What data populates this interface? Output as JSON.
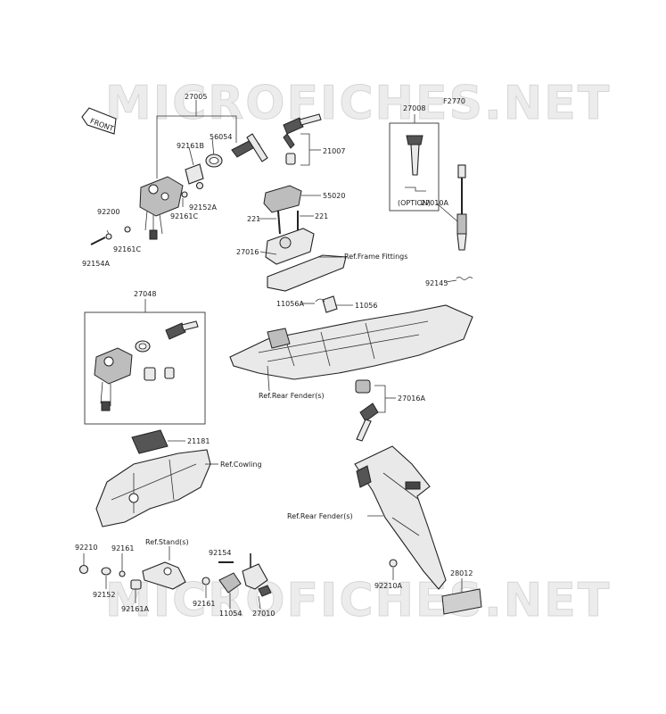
{
  "watermark": {
    "text": "MICROFICHES.NET"
  },
  "front_arrow": {
    "label": "FRONT"
  },
  "option_box": {
    "label": "(OPTION)"
  },
  "parts": {
    "p27005": "27005",
    "p56054": "56054",
    "p92161B": "92161B",
    "p92152A": "92152A",
    "p92161C_a": "92161C",
    "p92200": "92200",
    "p92161C_b": "92161C",
    "p92154A": "92154A",
    "p21007": "21007",
    "p55020": "55020",
    "p221_a": "221",
    "p221_b": "221",
    "p27016": "27016",
    "p27008": "27008",
    "pF2770": "F2770",
    "p27010A": "27010A",
    "p92145": "92145",
    "p11056A": "11056A",
    "p11056": "11056",
    "p27048": "27048",
    "p27016A": "27016A",
    "p21181": "21181",
    "p92210": "92210",
    "p92161_a": "92161",
    "p92152": "92152",
    "p92161A": "92161A",
    "p92154": "92154",
    "p92161_b": "92161",
    "p11054": "11054",
    "p27010": "27010",
    "p92210A": "92210A",
    "p28012": "28012"
  },
  "refs": {
    "frame_fittings": "Ref.Frame Fittings",
    "rear_fender_1": "Ref.Rear Fender(s)",
    "rear_fender_2": "Ref.Rear Fender(s)",
    "cowling": "Ref.Cowling",
    "stand": "Ref.Stand(s)"
  }
}
